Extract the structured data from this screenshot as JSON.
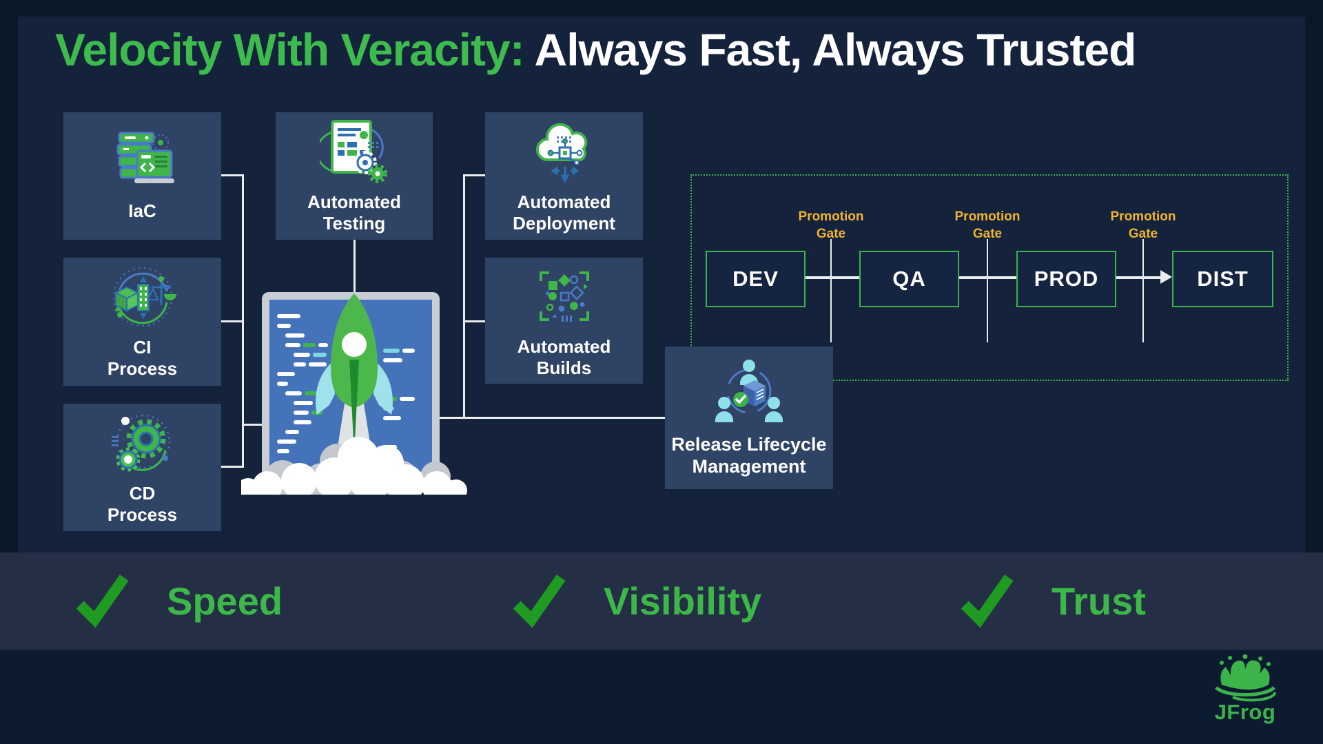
{
  "title": {
    "highlight": "Velocity With Veracity:",
    "rest": " Always Fast, Always Trusted"
  },
  "cards": [
    {
      "label": "IaC",
      "icon": "server-code-icon"
    },
    {
      "label": "CI\nProcess",
      "icon": "ci-cycle-icon"
    },
    {
      "label": "CD\nProcess",
      "icon": "gears-icon"
    },
    {
      "label": "Automated\nTesting",
      "icon": "test-report-icon"
    },
    {
      "label": "Automated\nDeployment",
      "icon": "cloud-circuit-icon"
    },
    {
      "label": "Automated\nBuilds",
      "icon": "build-mosaic-icon"
    },
    {
      "label": "Release Lifecycle\nManagement",
      "icon": "team-package-icon"
    }
  ],
  "pipeline": {
    "stages": [
      "DEV",
      "QA",
      "PROD",
      "DIST"
    ],
    "gate_label": "Promotion\nGate"
  },
  "benefits": [
    {
      "label": "Speed"
    },
    {
      "label": "Visibility"
    },
    {
      "label": "Trust"
    }
  ],
  "logo": {
    "text": "JFrog"
  },
  "colors": {
    "background": "#14223C",
    "frame": "#0A1828",
    "card": "#2F4365",
    "accent_green": "#3CB44A",
    "title_green": "#3DBB4C",
    "gate_amber": "#F0B42E",
    "line_white": "#E9EDEF",
    "band": "#242F45",
    "footer": "#0D1B31",
    "check_green": "#1E9B20",
    "benefit_green": "#3CB848",
    "icon_blue": "#4A7BC8",
    "person_cyan": "#8EE0EA",
    "screen_blue": "#4573B9"
  }
}
